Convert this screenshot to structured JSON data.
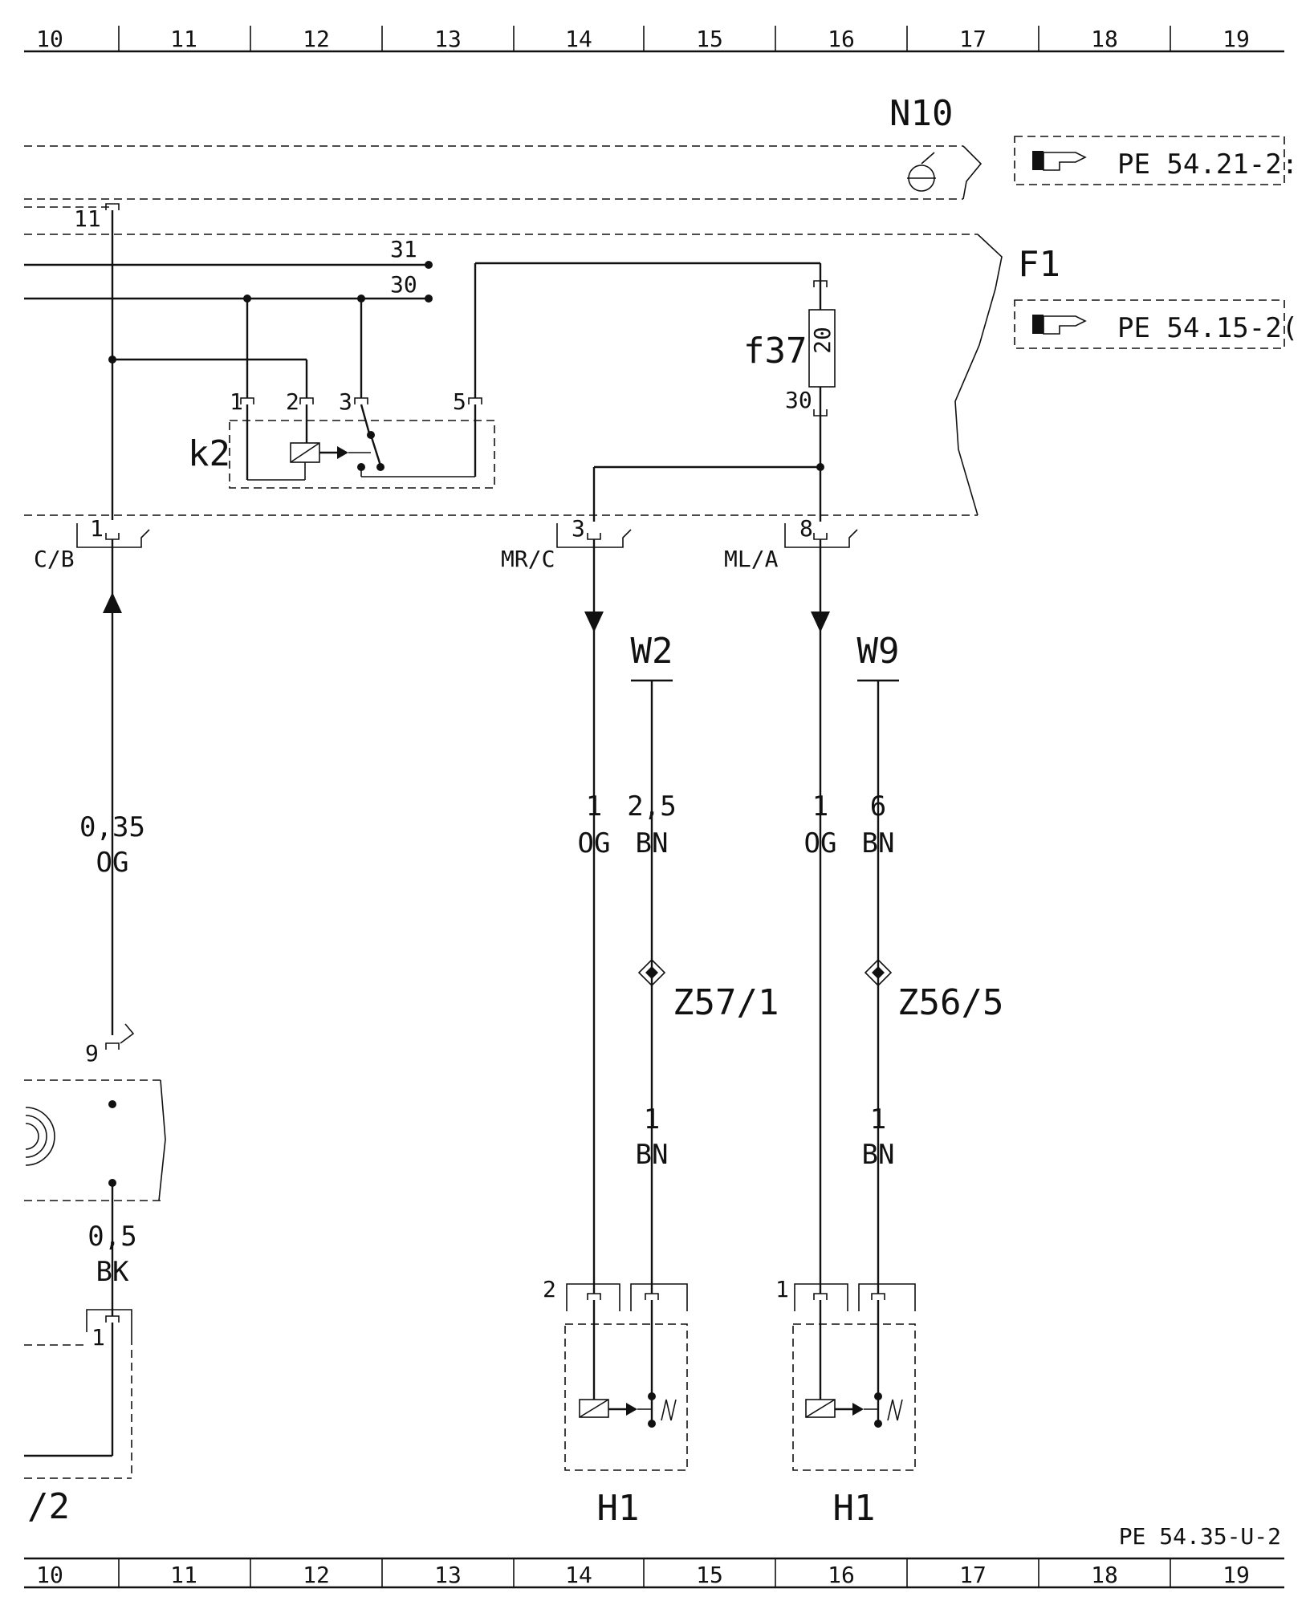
{
  "grid": {
    "top": [
      "10",
      "11",
      "12",
      "13",
      "14",
      "15",
      "16",
      "17",
      "18",
      "19"
    ],
    "bottom": [
      "10",
      "11",
      "12",
      "13",
      "14",
      "15",
      "16",
      "17",
      "18",
      "19"
    ]
  },
  "components": {
    "n10": "N10",
    "f1": "F1",
    "k2": "k2",
    "f37": "f37",
    "fuse_rating": "20",
    "w2": "W2",
    "w9": "W9",
    "z57": "Z57/1",
    "z56": "Z56/5",
    "h1_left": "H1",
    "h1_right": "H1",
    "comp_left_partial": "/2"
  },
  "references": {
    "ref1": "PE 54.21-2:",
    "ref2": "PE 54.15-2(",
    "page_ref": "PE 54.35-U-2"
  },
  "pins": {
    "n10_pin": "11",
    "rail31": "31",
    "rail30": "30",
    "k2_1": "1",
    "k2_2": "2",
    "k2_3": "3",
    "k2_5": "5",
    "f37_30": "30",
    "cb_pin": "1",
    "mr_pin": "3",
    "ml_pin": "8",
    "lower_pin9": "9",
    "lower_pin1": "1",
    "h1l_pin": "2",
    "h1r_pin": "1"
  },
  "connectors": {
    "cb": "C/B",
    "mr": "MR/C",
    "ml": "ML/A"
  },
  "wires": {
    "w_cb_size": "0,35",
    "w_cb_color": "OG",
    "w_bk_size": "0,5",
    "w_bk_color": "BK",
    "w_mr_size": "1",
    "w_mr_color": "OG",
    "w_w2_size": "2,5",
    "w_w2_color": "BN",
    "w_w2b_size": "1",
    "w_w2b_color": "BN",
    "w_ml_size": "1",
    "w_ml_color": "OG",
    "w_w9_size": "6",
    "w_w9_color": "BN",
    "w_w9b_size": "1",
    "w_w9b_color": "BN"
  }
}
